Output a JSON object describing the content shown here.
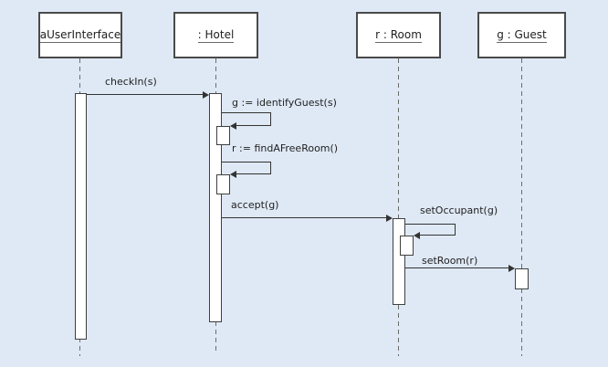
{
  "diagram": {
    "type": "uml-sequence-diagram",
    "participants": [
      {
        "label": "aUserInterface"
      },
      {
        "label": ": Hotel"
      },
      {
        "label": "r : Room"
      },
      {
        "label": "g : Guest"
      }
    ],
    "messages": [
      {
        "label": "checkIn(s)",
        "from": "aUserInterface",
        "to": ": Hotel",
        "kind": "sync"
      },
      {
        "label": "g := identifyGuest(s)",
        "from": ": Hotel",
        "to": ": Hotel",
        "kind": "self"
      },
      {
        "label": "r := findAFreeRoom()",
        "from": ": Hotel",
        "to": ": Hotel",
        "kind": "self"
      },
      {
        "label": "accept(g)",
        "from": ": Hotel",
        "to": "r : Room",
        "kind": "sync"
      },
      {
        "label": "setOccupant(g)",
        "from": "r : Room",
        "to": "r : Room",
        "kind": "self"
      },
      {
        "label": "setRoom(r)",
        "from": "r : Room",
        "to": "g : Guest",
        "kind": "sync"
      }
    ],
    "colors": {
      "background": "#dfe9f5",
      "box_fill": "#ffffff",
      "box_border": "#4a4a4a",
      "line": "#333333",
      "lifeline": "#6b6b6b",
      "text": "#1f1f1f"
    }
  }
}
